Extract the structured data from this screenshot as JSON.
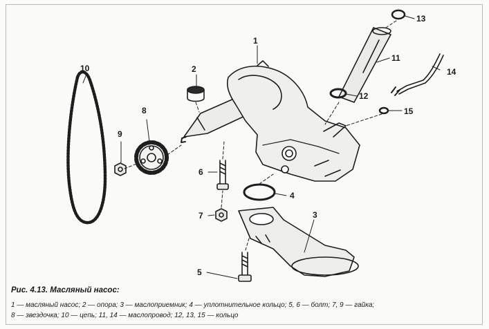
{
  "figure": {
    "title": "Рис. 4.13. Масляный насос:",
    "legend_lines": [
      "1 — масляный насос; 2 — опора; 3 — маслоприемник; 4 — уплотнительное кольцо; 5, 6 — болт; 7, 9 — гайка;",
      "8 — звездочка; 10 — цепь; 11, 14 — маслопровод; 12, 13, 15 — кольцо"
    ]
  },
  "callouts": {
    "c1": "1",
    "c2": "2",
    "c3": "3",
    "c4": "4",
    "c5": "5",
    "c6": "6",
    "c7": "7",
    "c8": "8",
    "c9": "9",
    "c10": "10",
    "c11": "11",
    "c12": "12",
    "c13": "13",
    "c14": "14",
    "c15": "15"
  }
}
